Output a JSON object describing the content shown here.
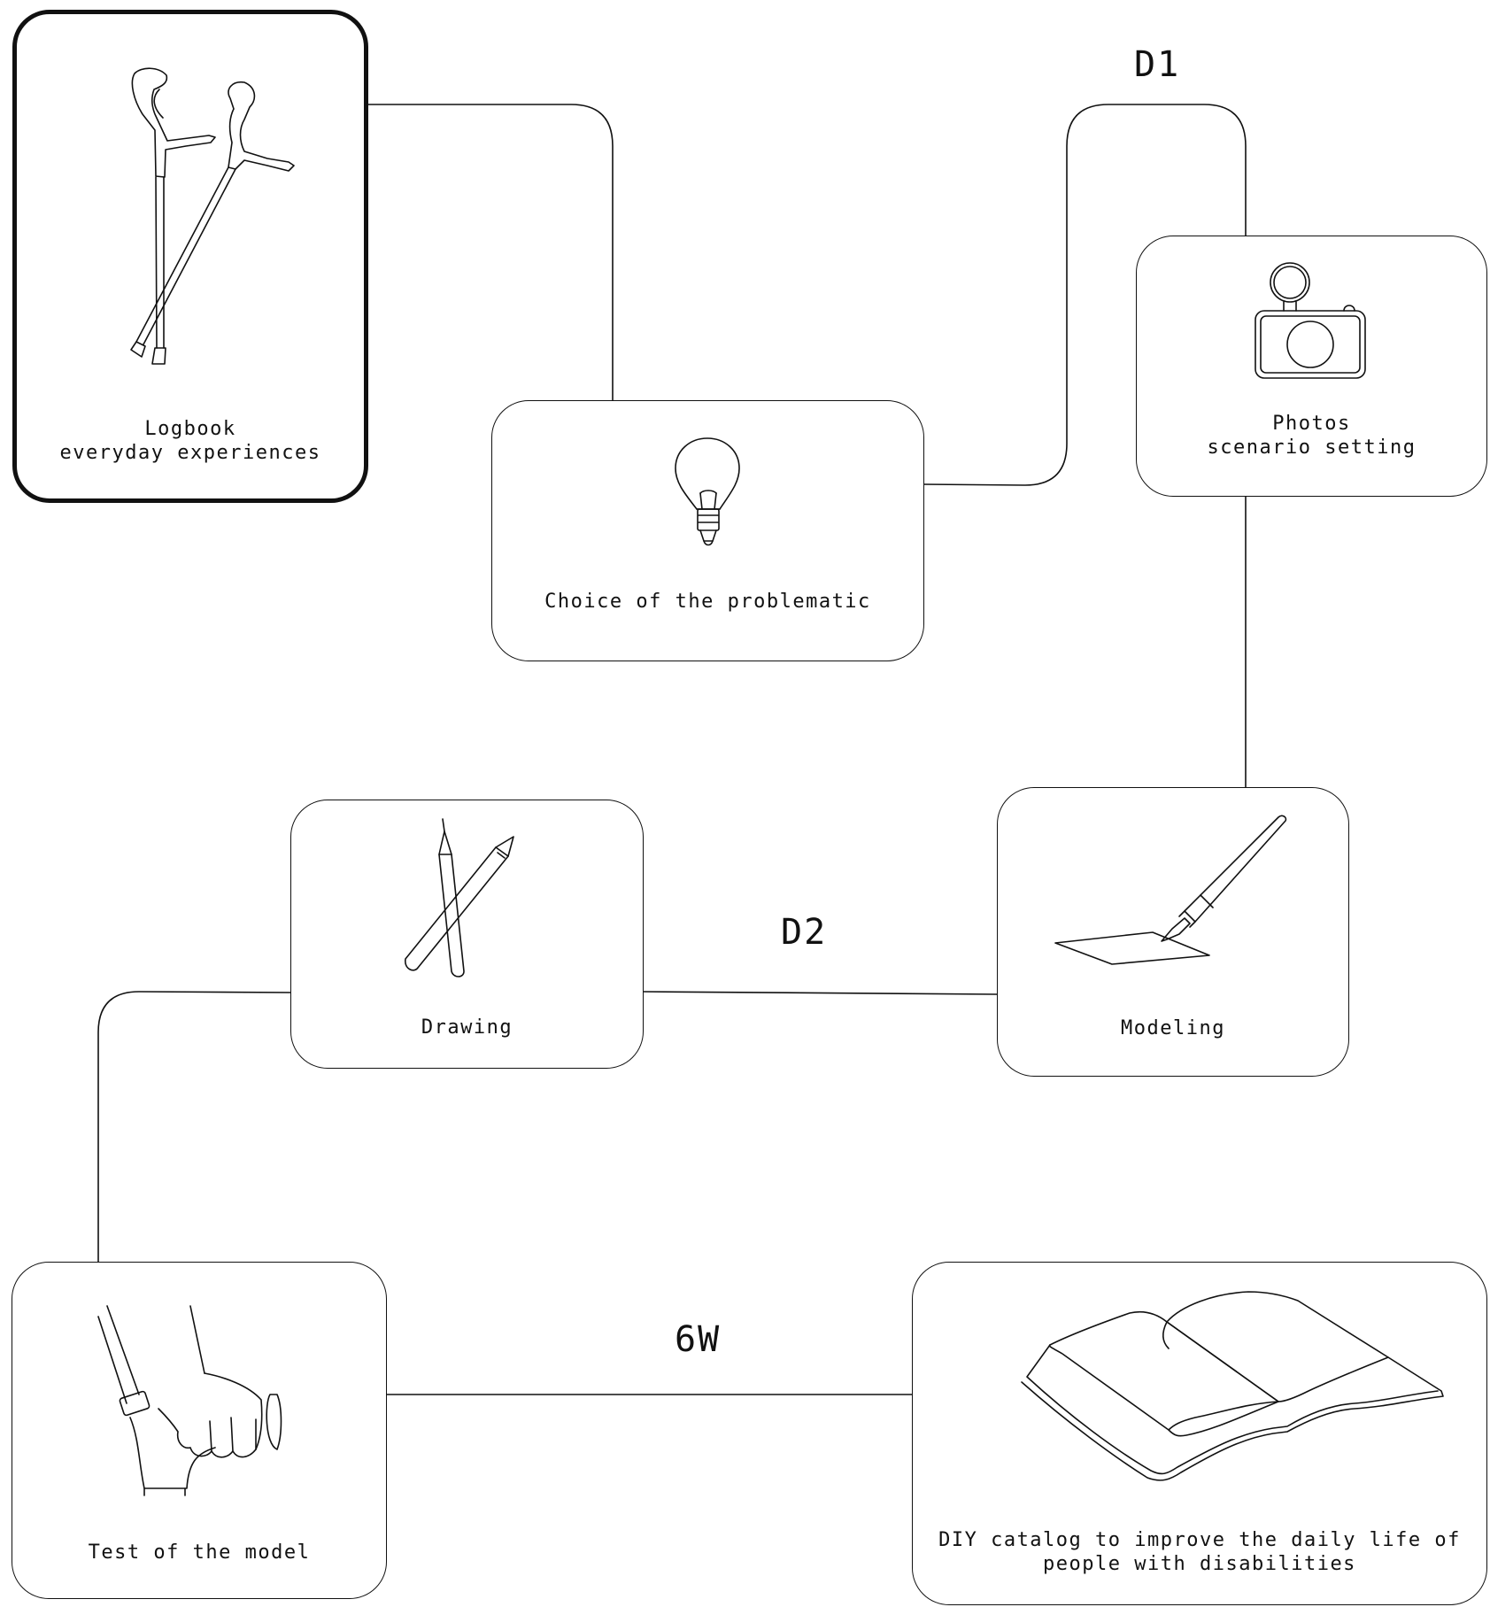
{
  "phases": {
    "d1": "D1",
    "d2": "D2",
    "sixw": "6W"
  },
  "steps": [
    {
      "label": "Logbook\neveryday experiences",
      "icon": "crutches-icon"
    },
    {
      "label": "Choice of the problematic",
      "icon": "lightbulb-icon"
    },
    {
      "label": "Photos\nscenario setting",
      "icon": "camera-icon"
    },
    {
      "label": "Modeling",
      "icon": "scalpel-paper-icon"
    },
    {
      "label": "Drawing",
      "icon": "pencils-icon"
    },
    {
      "label": "Test of the model",
      "icon": "hand-cane-icon"
    },
    {
      "label": "DIY catalog to improve the daily life of\npeople with disabilities",
      "icon": "open-book-icon"
    }
  ]
}
